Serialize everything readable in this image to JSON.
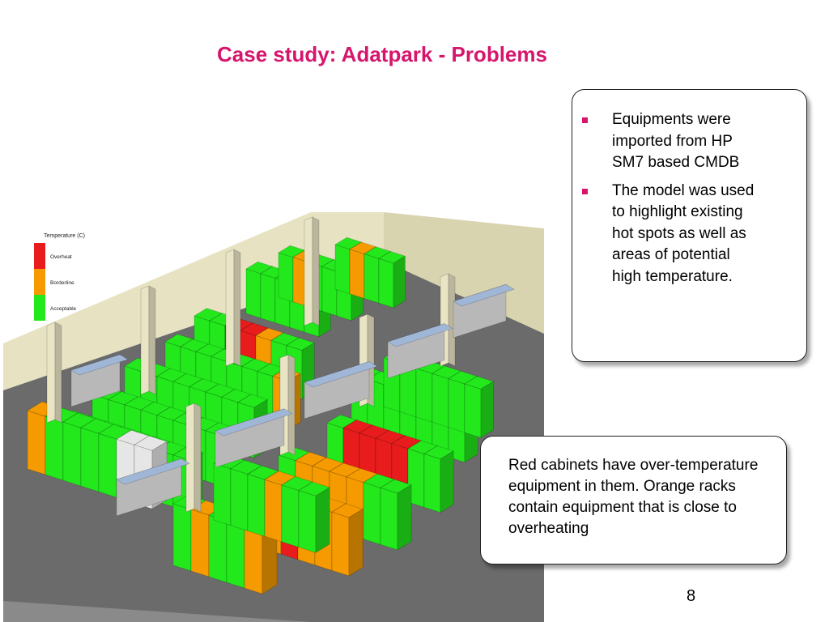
{
  "slide": {
    "title": "Case study: Adatpark - Problems",
    "page_number": "8"
  },
  "legend": {
    "title": "Temperature (C)",
    "items": [
      {
        "label": "Overheat",
        "color": "#e81c1c"
      },
      {
        "label": "Borderline",
        "color": "#f59a00"
      },
      {
        "label": "Acceptable",
        "color": "#22e81c"
      }
    ]
  },
  "callout_top": {
    "bullets": [
      {
        "text": "Equipments were imported from HP SM7 based CMDB"
      },
      {
        "text": "The model was used to highlight existing hot spots as well as areas of potential high temperature."
      }
    ]
  },
  "callout_bottom": {
    "text": "Red cabinets have over-temperature equipment in them. Orange racks contain equipment that is close to overheating"
  },
  "colors": {
    "accent": "#d6156d",
    "overheat": "#e81c1c",
    "borderline": "#f59a00",
    "acceptable": "#22e81c",
    "cooling_unit": "#b8b8b8",
    "floor": "#6b6b6b",
    "wall": "#e8e4c4"
  }
}
